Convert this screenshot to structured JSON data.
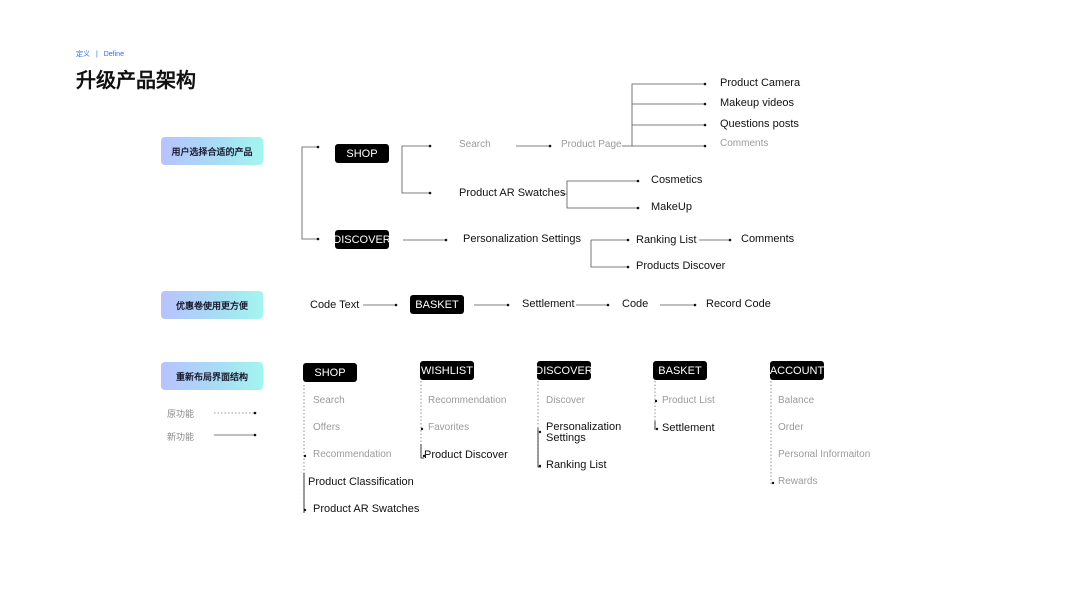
{
  "header": {
    "crumb_cn": "定义",
    "crumb_sep": "|",
    "crumb_en": "Define",
    "title": "升级产品架构"
  },
  "section1": {
    "label": "用户选择合适的产品",
    "shop": "SHOP",
    "discover": "DISCOVER",
    "search": "Search",
    "product_page": "Product Page",
    "product_camera": "Product Camera",
    "makeup_videos": "Makeup videos",
    "questions_posts": "Questions posts",
    "comments": "Comments",
    "ar_swatches": "Product AR Swatches",
    "cosmetics": "Cosmetics",
    "makeup": "MakeUp",
    "personalization": "Personalization Settings",
    "ranking": "Ranking List",
    "ranking_comments": "Comments",
    "products_discover": "Products Discover"
  },
  "section2": {
    "label": "优惠卷使用更方便",
    "code_text": "Code Text",
    "basket": "BASKET",
    "settlement": "Settlement",
    "code": "Code",
    "record_code": "Record Code"
  },
  "section3": {
    "label": "重新布局界面结构",
    "legend_old": "原功能",
    "legend_new": "新功能",
    "columns": [
      {
        "header": "SHOP",
        "items": [
          {
            "text": "Search",
            "new": false
          },
          {
            "text": "Offers",
            "new": false
          },
          {
            "text": "Recommendation",
            "new": false
          },
          {
            "text": "Product Classification",
            "new": true
          },
          {
            "text": "Product AR Swatches",
            "new": true
          }
        ]
      },
      {
        "header": "WISHLIST",
        "items": [
          {
            "text": "Recommendation",
            "new": false
          },
          {
            "text": "Favorites",
            "new": false
          },
          {
            "text": "Product Discover",
            "new": true
          }
        ]
      },
      {
        "header": "DISCOVER",
        "items": [
          {
            "text": "Discover",
            "new": false
          },
          {
            "text": "Personalization Settings",
            "new": true
          },
          {
            "text": "Ranking List",
            "new": true
          }
        ]
      },
      {
        "header": "BASKET",
        "items": [
          {
            "text": "Product List",
            "new": false
          },
          {
            "text": "Settlement",
            "new": true
          }
        ]
      },
      {
        "header": "ACCOUNT",
        "items": [
          {
            "text": "Balance",
            "new": false
          },
          {
            "text": "Order",
            "new": false
          },
          {
            "text": "Personal Informaiton",
            "new": false
          },
          {
            "text": "Rewards",
            "new": false
          }
        ]
      }
    ]
  }
}
